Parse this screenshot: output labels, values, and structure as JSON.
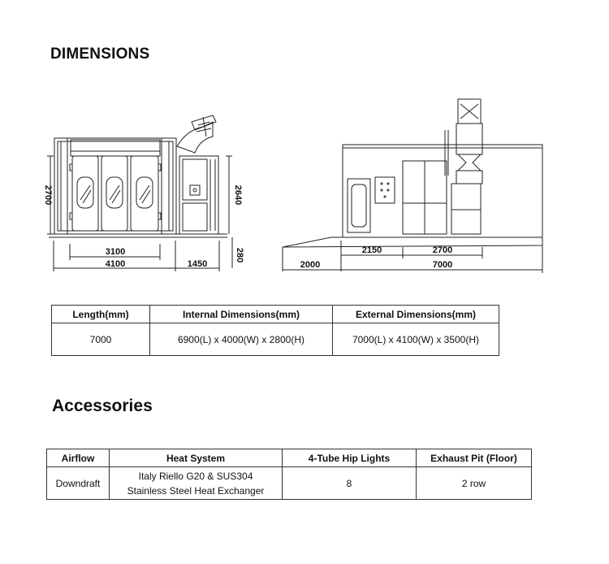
{
  "dimensions": {
    "title": "DIMENSIONS",
    "front_view": {
      "height_left": "2700",
      "height_right": "2640",
      "width_inner": "3100",
      "width_outer": "4100",
      "side_extension": "1450",
      "base_height": "280"
    },
    "side_view": {
      "offset_front": "2150",
      "offset_door": "2700",
      "ramp_length": "2000",
      "total_length": "7000"
    },
    "table": {
      "headers": [
        "Length(mm)",
        "Internal Dimensions(mm)",
        "External Dimensions(mm)"
      ],
      "row": [
        "7000",
        "6900(L) x 4000(W) x 2800(H)",
        "7000(L) x 4100(W) x 3500(H)"
      ]
    }
  },
  "accessories": {
    "title": "Accessories",
    "table": {
      "headers": [
        "Airflow",
        "Heat System",
        "4-Tube Hip Lights",
        "Exhaust Pit (Floor)"
      ],
      "row": {
        "airflow": "Downdraft",
        "heat_line1": "Italy Riello G20 & SUS304",
        "heat_line2": "Stainless Steel Heat Exchanger",
        "lights": "8",
        "pit": "2 row"
      }
    }
  }
}
